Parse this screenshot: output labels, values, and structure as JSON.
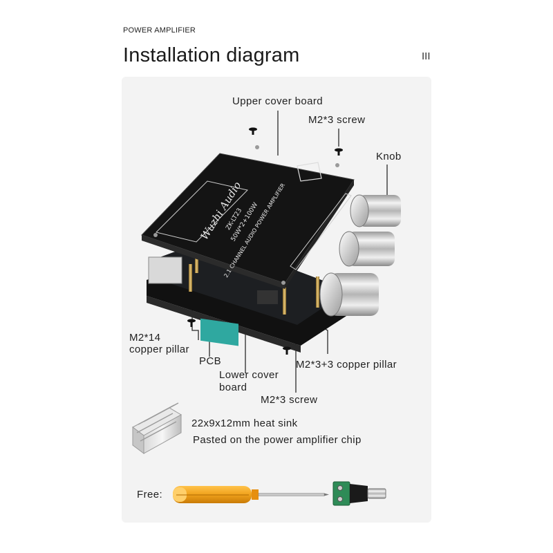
{
  "header": {
    "kicker": "POWER AMPLIFIER",
    "title": "Installation diagram",
    "page_mark": "III"
  },
  "labels": {
    "upper_cover_board": "Upper cover board",
    "screw_top": "M2*3 screw",
    "knob": "Knob",
    "copper_pillar_14_line1": "M2*14",
    "copper_pillar_14_line2": "copper pillar",
    "pcb": "PCB",
    "lower_cover_line1": "Lower cover",
    "lower_cover_line2": "board",
    "copper_pillar_33": "M2*3+3 copper pillar",
    "screw_bottom": "M2*3 screw"
  },
  "board_print": {
    "brand": "Wuzhi Audio",
    "model": "ZK-LT23",
    "power": "50W*2+100W",
    "desc": "2.1 CHANNEL AUDIO POWER AMPLIFIER"
  },
  "heat_sink": {
    "line1": "22x9x12mm heat sink",
    "line2": "Pasted on the power amplifier chip"
  },
  "free": {
    "label": "Free:"
  },
  "colors": {
    "panel_bg": "#f3f3f3",
    "board_black": "#121212",
    "screwdriver_handle": "#f0a21c",
    "connector_green": "#2e8b57"
  }
}
